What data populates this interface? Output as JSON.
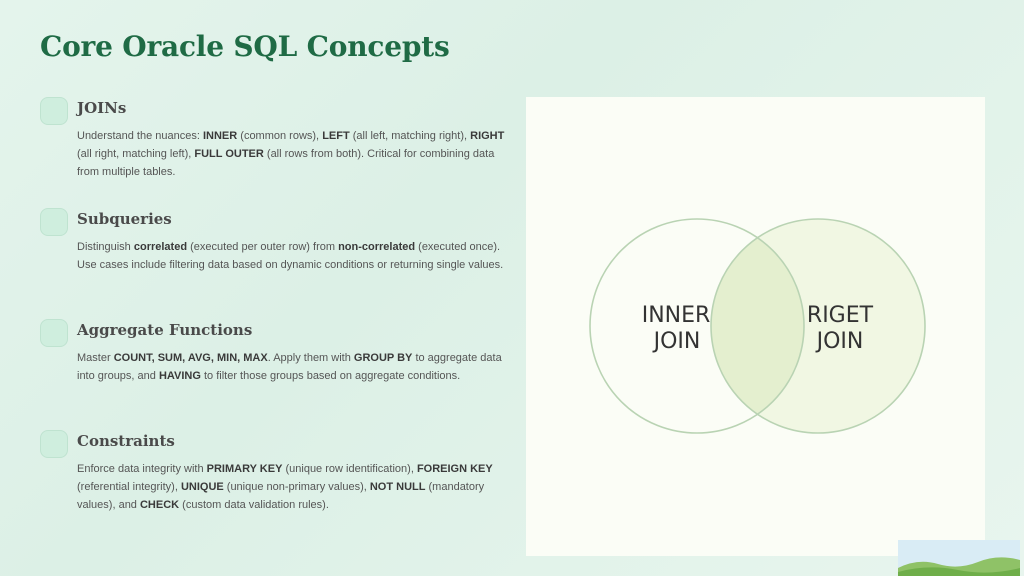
{
  "page": {
    "title": "Core Oracle SQL Concepts"
  },
  "sections": [
    {
      "title": "JOINs",
      "body": [
        {
          "t": "Understand the nuances: "
        },
        {
          "t": "INNER",
          "b": true
        },
        {
          "t": " (common rows), "
        },
        {
          "t": "LEFT",
          "b": true
        },
        {
          "t": " (all left, matching right), "
        },
        {
          "t": "RIGHT",
          "b": true
        },
        {
          "t": " (all right, matching left), "
        },
        {
          "t": "FULL OUTER",
          "b": true
        },
        {
          "t": " (all rows from both). Critical for combining data from multiple tables."
        }
      ]
    },
    {
      "title": "Subqueries",
      "body": [
        {
          "t": "Distinguish "
        },
        {
          "t": "correlated",
          "b": true
        },
        {
          "t": " (executed per outer row) from "
        },
        {
          "t": "non-correlated",
          "b": true
        },
        {
          "t": " (executed once). Use cases include filtering data based on dynamic conditions or returning single values."
        }
      ]
    },
    {
      "title": "Aggregate Functions",
      "body": [
        {
          "t": "Master "
        },
        {
          "t": "COUNT, SUM, AVG, MIN, MAX",
          "b": true
        },
        {
          "t": ". Apply them with "
        },
        {
          "t": "GROUP BY",
          "b": true
        },
        {
          "t": " to aggregate data into groups, and "
        },
        {
          "t": "HAVING",
          "b": true
        },
        {
          "t": " to filter those groups based on aggregate conditions."
        }
      ]
    },
    {
      "title": "Constraints",
      "body": [
        {
          "t": "Enforce data integrity with "
        },
        {
          "t": "PRIMARY KEY",
          "b": true
        },
        {
          "t": " (unique row identification), "
        },
        {
          "t": "FOREIGN KEY",
          "b": true
        },
        {
          "t": " (referential integrity), "
        },
        {
          "t": "UNIQUE",
          "b": true
        },
        {
          "t": " (unique non-primary values), "
        },
        {
          "t": "NOT NULL",
          "b": true
        },
        {
          "t": " (mandatory values), and "
        },
        {
          "t": "CHECK",
          "b": true
        },
        {
          "t": " (custom data validation rules)."
        }
      ]
    }
  ],
  "venn": {
    "left_line1": "INNER",
    "left_line2": "JOIN",
    "right_line1": "RIGET",
    "right_line2": "JOIN"
  },
  "colors": {
    "title": "#1f6b45",
    "circle_stroke": "#b9d3b3",
    "right_fill": "#f1f7e3",
    "overlap_fill": "#e4efcf"
  }
}
